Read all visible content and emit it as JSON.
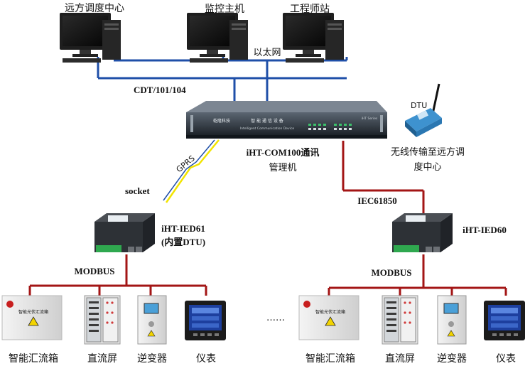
{
  "top": {
    "remote_dispatch": "远方调度中心",
    "monitor_host": "监控主机",
    "engineer_station": "工程师站",
    "ethernet": "以太网"
  },
  "links": {
    "cdt": "CDT/101/104",
    "gprs": "GPRS",
    "socket": "socket",
    "iec": "IEC61850",
    "modbus_left": "MODBUS",
    "modbus_right": "MODBUS"
  },
  "manager": {
    "name": "iHT-COM100通讯",
    "name2": "管理机",
    "panel_title": "智 能 通 信 设 备",
    "panel_subtitle": "Intelligent Communication Device",
    "panel_brand": "乾隆科技",
    "panel_series": "iHT Series"
  },
  "dtu": {
    "label": "DTU",
    "caption_line1": "无线传输至远方调",
    "caption_line2": "度中心"
  },
  "ied61": {
    "line1": "iHT-IED61",
    "line2": "(内置DTU)"
  },
  "ied60": {
    "line1": "iHT-IED60"
  },
  "devices": {
    "combiner": "智能汇流箱",
    "dc_panel": "直流屏",
    "inverter": "逆变器",
    "meter": "仪表",
    "combiner_plate": "智能光伏汇流箱"
  },
  "ellipsis": "……",
  "colors": {
    "blue_line": "#1f4fa8",
    "red_line": "#a31515",
    "lightning": "#f2e400"
  }
}
